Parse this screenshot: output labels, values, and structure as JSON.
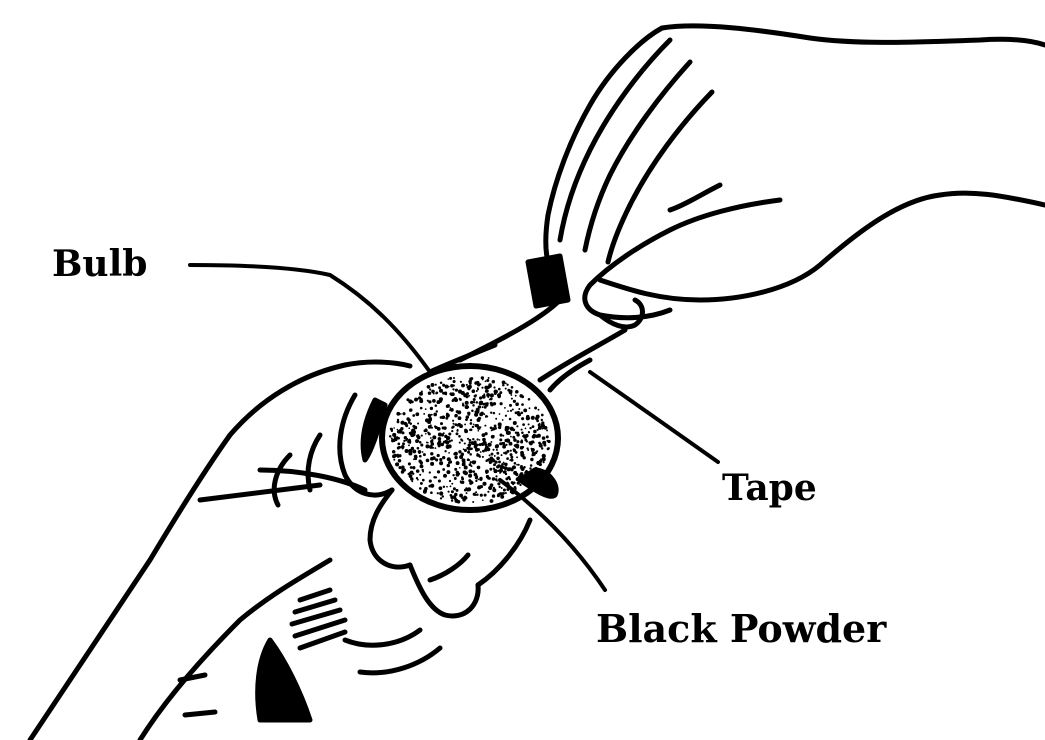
{
  "labels": {
    "bulb": "Bulb",
    "tape": "Tape",
    "black_powder": "Black Powder"
  },
  "colors": {
    "ink": "#000000",
    "background": "#ffffff"
  }
}
